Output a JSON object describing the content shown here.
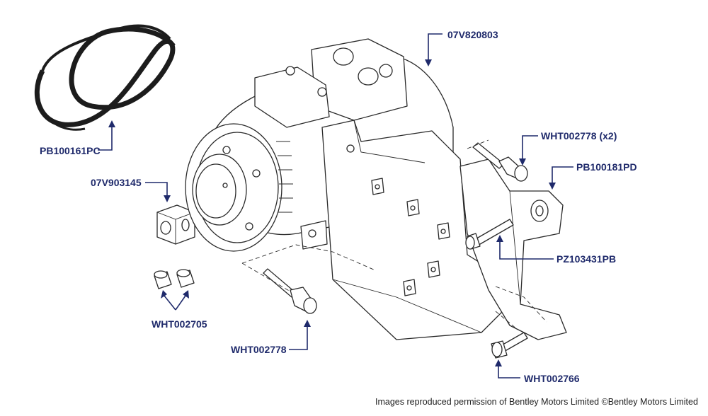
{
  "parts": {
    "belt": "PB100161PC",
    "compressor": "07V820803",
    "bracket_bolts": "WHT002778 (x2)",
    "bracket": "PB100181PD",
    "spacer_block": "07V903145",
    "long_bolt": "PZ103431PB",
    "dowels": "WHT002705",
    "lower_bolt": "WHT002778",
    "bottom_bolt": "WHT002766"
  },
  "credit": "Images reproduced permission of Bentley Motors Limited ©Bentley Motors Limited",
  "colors": {
    "label": "#1f2a6b",
    "line_art": "#2a2a2a"
  }
}
